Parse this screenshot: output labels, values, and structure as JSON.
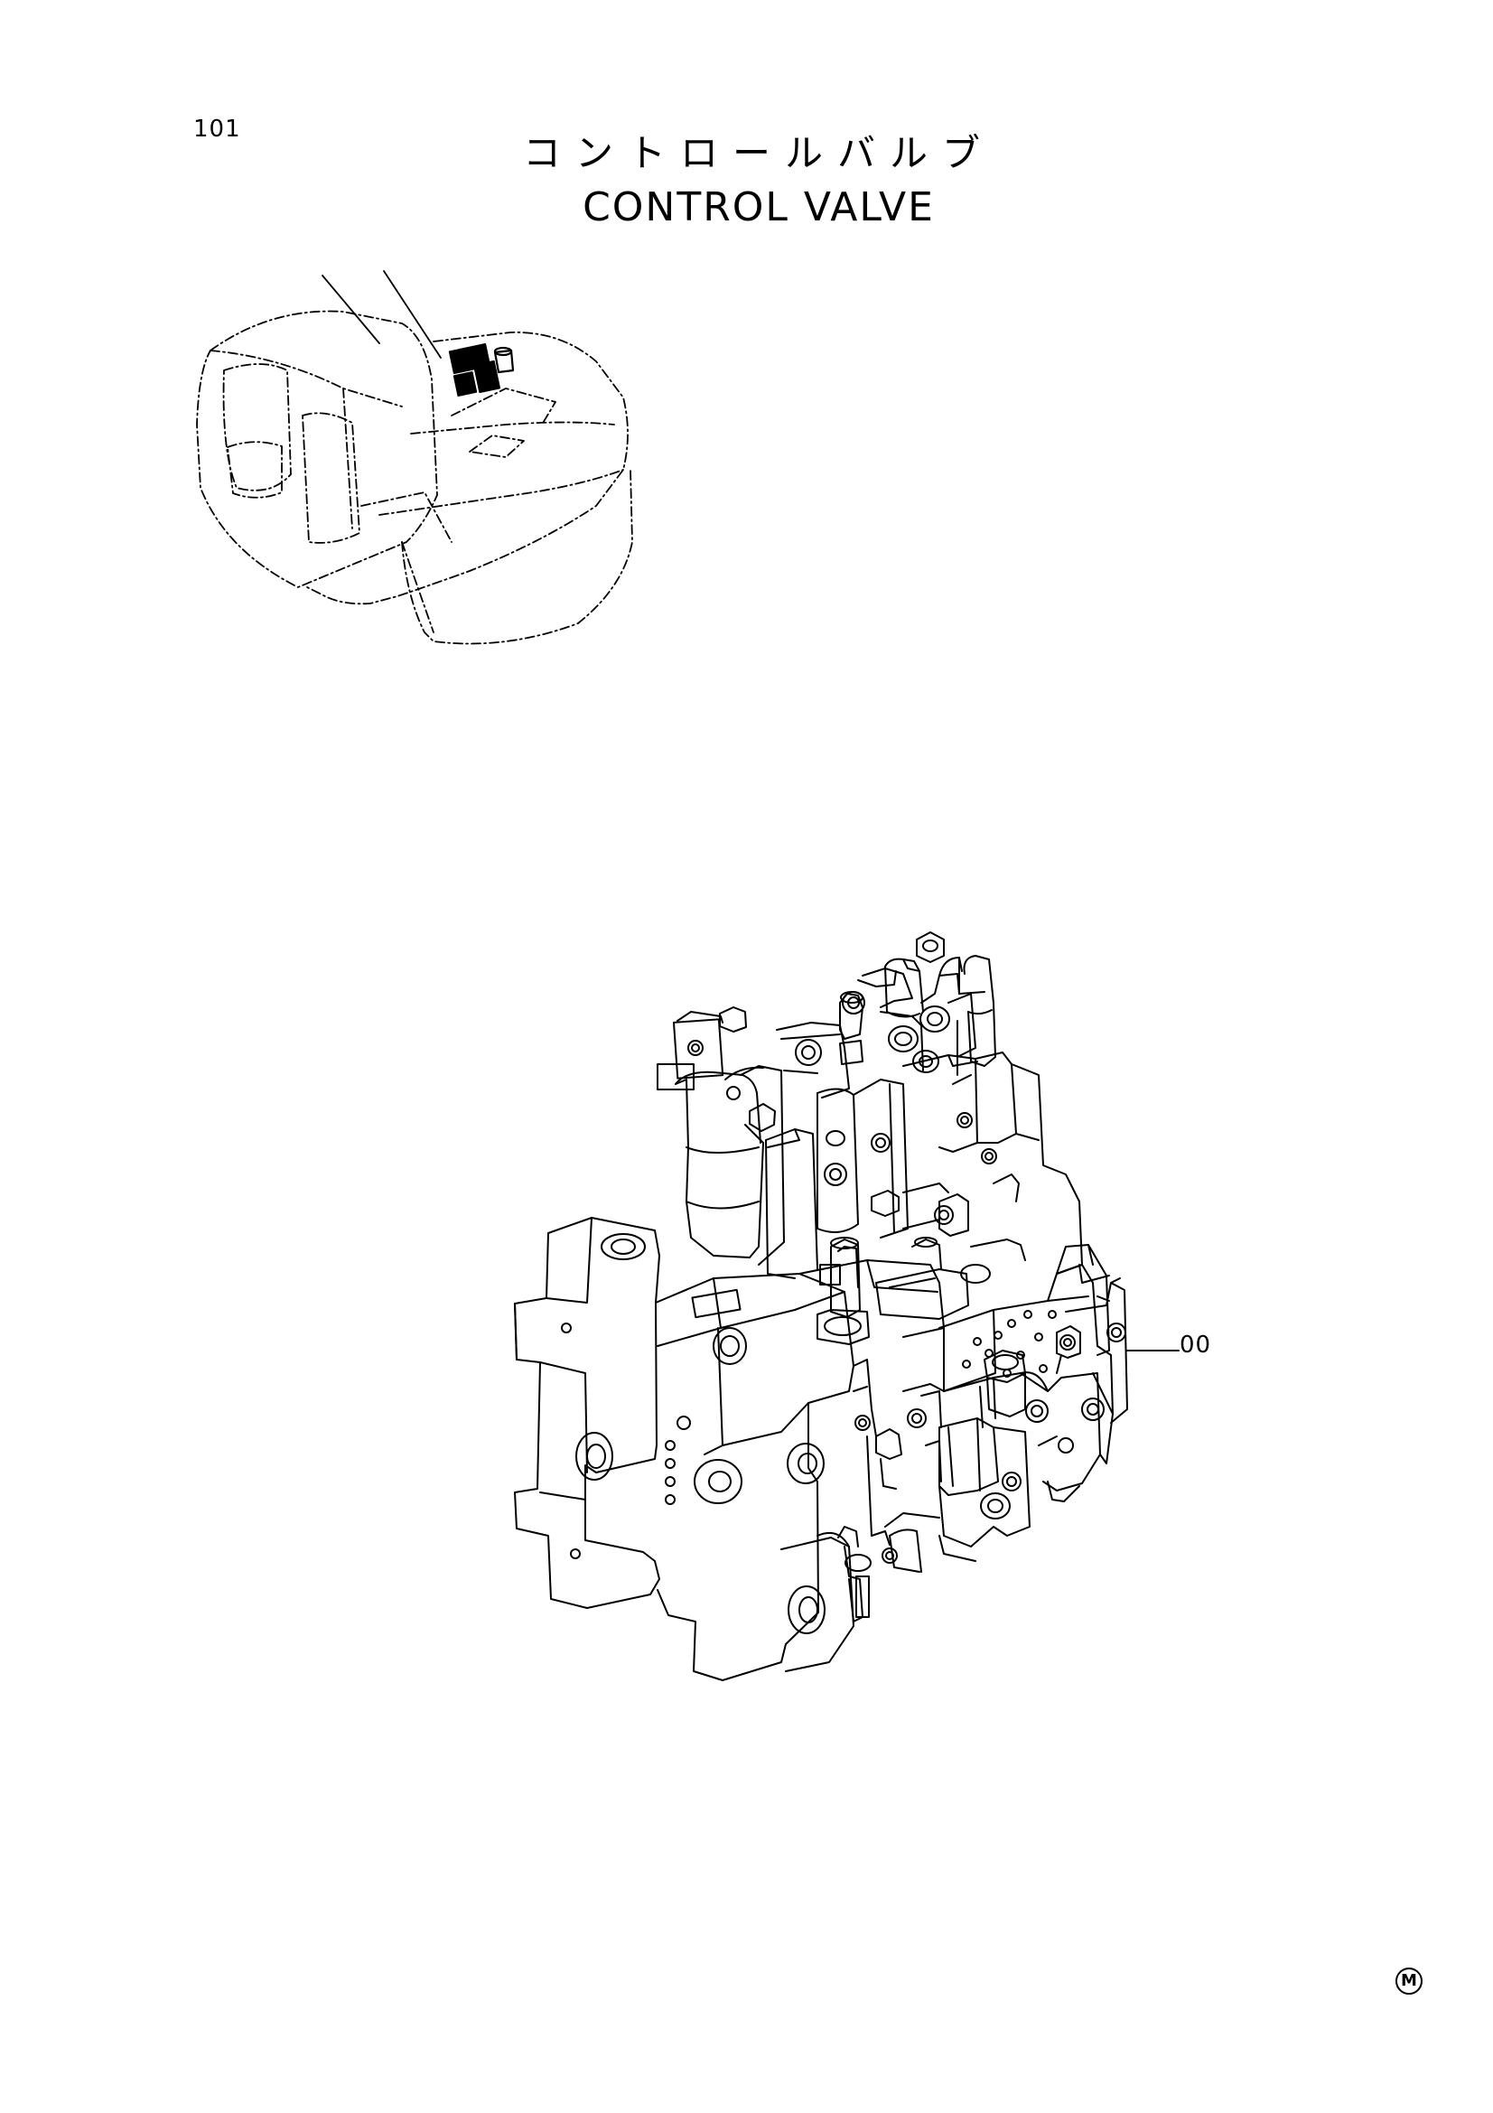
{
  "page": {
    "page_number": "101",
    "title_jp": "コントロールバルブ",
    "title_en": "CONTROL VALVE"
  },
  "callouts": [
    {
      "label": "00"
    }
  ],
  "footer": {
    "mark": "M"
  },
  "colors": {
    "line": "#000000",
    "background": "#ffffff"
  }
}
